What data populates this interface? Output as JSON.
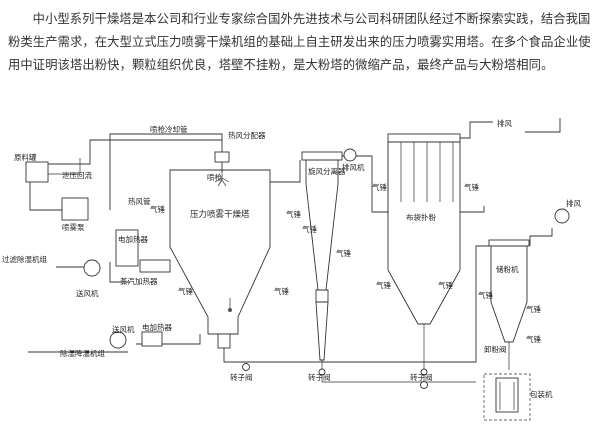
{
  "intro_text": "中小型系列干燥塔是本公司和行业专家综合国外先进技术与公司科研团队经过不断探索实践，结合我国粉类生产需求，在大型立式压力喷雾干燥机组的基础上自主研发出来的压力喷雾实用塔。在多个食品企业使用中证明该塔出粉快，颗粒组织优良，塔壁不挂粉，是大粉塔的微缩产品，最终产品与大粉塔相同。",
  "labels": {
    "spray_cooling_pipe": "喷枪冷却管",
    "hot_air_distributor": "热风分配器",
    "exhaust_top": "排风",
    "exhaust_fan": "排风机",
    "exhaust_right": "排风",
    "raw_material_tank": "原料罐",
    "pressure_reflux": "泄压回流",
    "spray_pump": "喷雾泵",
    "spray_gun": "喷枪",
    "hot_air_pipe": "热风管",
    "cyclone": "旋风分离器",
    "tower": "压力喷雾干燥塔",
    "bag_filter": "布袋扑粉",
    "electric_heater": "电加热器",
    "steam_heater": "蒸汽加热器",
    "filter_dehumidifier": "过滤除湿机组",
    "blower": "送风机",
    "blower_2": "送风机",
    "electric_heater_2": "电加热器",
    "dehumidifier": "除湿降温机组",
    "rotary_valve": "转子阀",
    "storage_bin": "储粉机",
    "discharge_valve": "卸粉阀",
    "bagging_machine": "包装机",
    "air_hammer": "气锤"
  }
}
